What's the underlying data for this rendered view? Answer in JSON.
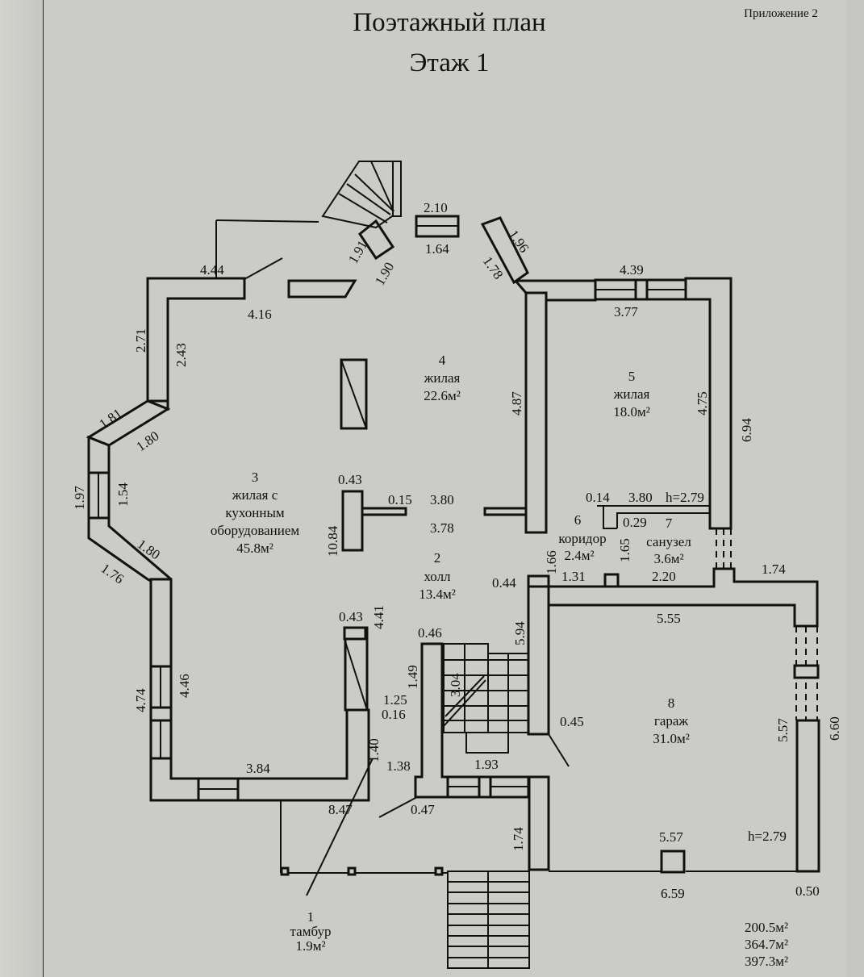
{
  "document": {
    "title": "Поэтажный план",
    "floor": "Этаж 1",
    "appendix": "Приложение 2"
  },
  "rooms": [
    {
      "number": "1",
      "name": "тамбур",
      "area": "1.9м²"
    },
    {
      "number": "2",
      "name": "холл",
      "area": "13.4м²"
    },
    {
      "number": "3",
      "name_lines": [
        "жилая с",
        "кухонным",
        "оборудованием"
      ],
      "area": "45.8м²"
    },
    {
      "number": "4",
      "name": "жилая",
      "area": "22.6м²"
    },
    {
      "number": "5",
      "name": "жилая",
      "area": "18.0м²"
    },
    {
      "number": "6",
      "name": "коридор",
      "area": "2.4м²"
    },
    {
      "number": "7",
      "name": "санузел",
      "area": "3.6м²"
    },
    {
      "number": "8",
      "name": "гараж",
      "area": "31.0м²"
    }
  ],
  "dimensions": {
    "d444": "4.44",
    "d416": "4.16",
    "d191": "1.91",
    "d190": "1.90",
    "d210": "2.10",
    "d164": "1.64",
    "d196": "1.96",
    "d178": "1.78",
    "d439": "4.39",
    "d377": "3.77",
    "d271": "2.71",
    "d243": "2.43",
    "d487": "4.87",
    "d475": "4.75",
    "d694": "6.94",
    "d181": "1.81",
    "d180a": "1.80",
    "d197": "1.97",
    "d154": "1.54",
    "d180b": "1.80",
    "d176": "1.76",
    "d043a": "0.43",
    "d1084": "10.84",
    "d015": "0.15",
    "d380a": "3.80",
    "d378": "3.78",
    "d014": "0.14",
    "d380b": "3.80",
    "h279a": "h=2.79",
    "d029": "0.29",
    "d166": "1.66",
    "d165": "1.65",
    "d131": "1.31",
    "d220": "2.20",
    "d174a": "1.74",
    "d044": "0.44",
    "d555": "5.55",
    "d043b": "0.43",
    "d441": "4.41",
    "d046": "0.46",
    "d594": "5.94",
    "d149": "1.49",
    "d304": "3.04",
    "d125": "1.25",
    "d016": "0.16",
    "d045": "0.45",
    "d474": "4.74",
    "d446": "4.46",
    "d140": "1.40",
    "d384": "3.84",
    "d138": "1.38",
    "d193": "1.93",
    "d847": "8.47",
    "d047": "0.47",
    "d174b": "1.74",
    "d557a": "5.57",
    "d660": "6.60",
    "d557b": "5.57",
    "h279b": "h=2.79",
    "d659": "6.59",
    "d050": "0.50"
  },
  "totals": [
    "200.5м²",
    "364.7м²",
    "397.3м²"
  ]
}
